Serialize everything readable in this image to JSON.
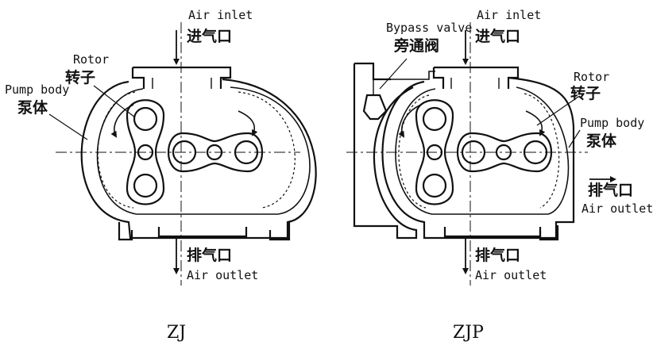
{
  "colors": {
    "line": "#111111",
    "background": "#ffffff"
  },
  "zj": {
    "caption": "ZJ",
    "air_inlet_en": "Air inlet",
    "air_inlet_zh": "进气口",
    "rotor_en": "Rotor",
    "rotor_zh": "转子",
    "pump_body_en": "Pump body",
    "pump_body_zh": "泵体",
    "air_outlet_zh": "排气口",
    "air_outlet_en": "Air outlet"
  },
  "zjp": {
    "caption": "ZJP",
    "bypass_valve_en": "Bypass valve",
    "bypass_valve_zh": "旁通阀",
    "air_inlet_en": "Air inlet",
    "air_inlet_zh": "进气口",
    "rotor_en": "Rotor",
    "rotor_zh": "转子",
    "pump_body_en": "Pump body",
    "pump_body_zh": "泵体",
    "side_outlet_zh": "排气口",
    "side_outlet_en": "Air outlet",
    "bottom_outlet_zh": "排气口",
    "bottom_outlet_en": "Air outlet"
  }
}
